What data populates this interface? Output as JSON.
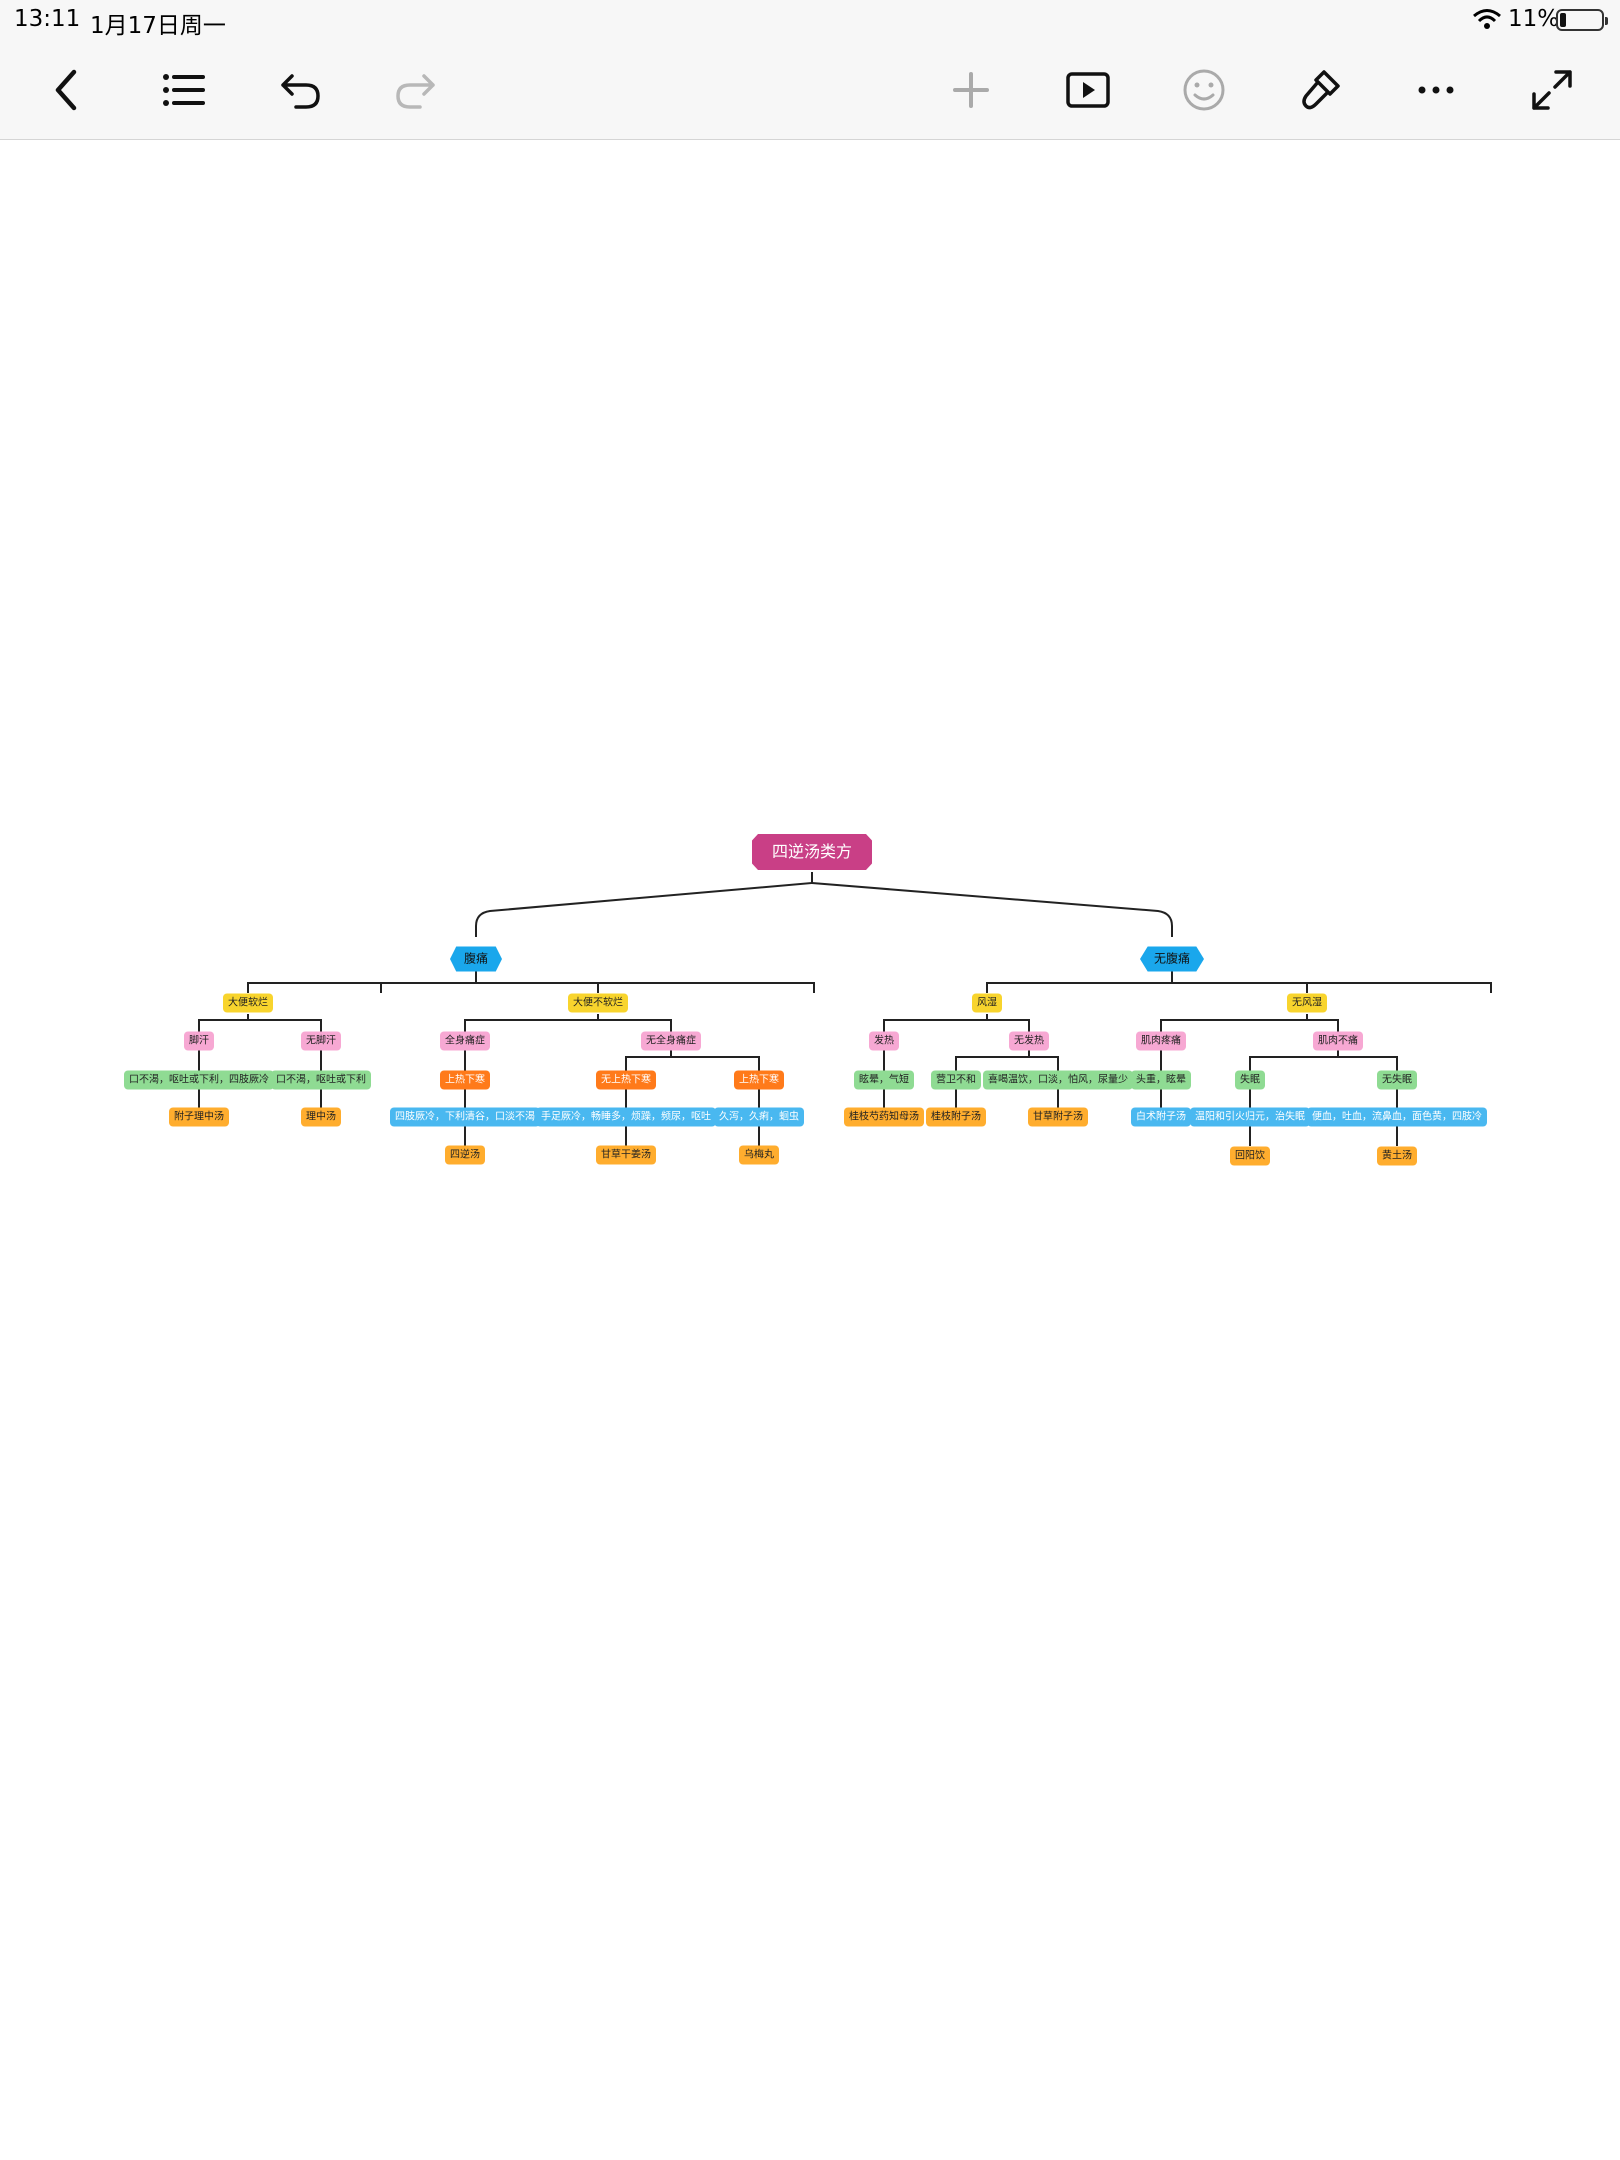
{
  "status_bar": {
    "time": "13:11",
    "date": "1月17日周一",
    "battery": "11%"
  },
  "toolbar": {
    "buttons": [
      "back-icon",
      "outline-list-icon",
      "undo-icon",
      "redo-icon",
      "add-icon",
      "play-presentation-icon",
      "emoji-icon",
      "format-brush-icon",
      "more-icon",
      "expand-icon"
    ]
  },
  "mindmap": {
    "root": "四逆汤类方",
    "left": {
      "label": "腹痛",
      "b1": "大便软烂",
      "b1_1": "脚汗",
      "b1_1_s": "口不渴，呕吐或下利，四肢厥冷",
      "b1_1_r": "附子理中汤",
      "b1_2": "无脚汗",
      "b1_2_s": "口不渴，呕吐或下利",
      "b1_2_r": "理中汤",
      "b2": "大便不软烂",
      "b2_1": "全身痛症",
      "b2_1_h": "上热下寒",
      "b2_1_s": "四肢厥冷，下利清谷，口淡不渴",
      "b2_1_r": "四逆汤",
      "b2_2": "无全身痛症",
      "b2_2a_h": "无上热下寒",
      "b2_2a_s": "手足厥冷，畅睡多，烦躁，频尿，呕吐",
      "b2_2a_r": "甘草干姜汤",
      "b2_2b_h": "上热下寒",
      "b2_2b_s": "久泻，久痢，蛔虫",
      "b2_2b_r": "乌梅丸"
    },
    "right": {
      "label": "无腹痛",
      "c1": "风湿",
      "c1_1": "发热",
      "c1_1_s": "眩晕，气短",
      "c1_1_r": "桂枝芍药知母汤",
      "c1_2": "无发热",
      "c1_2a_s": "营卫不和",
      "c1_2a_r": "桂枝附子汤",
      "c1_2b_s": "喜喝温饮，口淡，怕风，尿量少",
      "c1_2b_r": "甘草附子汤",
      "c2": "无风湿",
      "c2_1": "肌肉疼痛",
      "c2_1_s": "头重，眩晕",
      "c2_1_r": "白术附子汤",
      "c2_2": "肌肉不痛",
      "c2_2a_h": "失眠",
      "c2_2a_s": "温阳和引火归元，治失眠",
      "c2_2a_r": "回阳饮",
      "c2_2b_h": "无失眠",
      "c2_2b_s": "便血，吐血，流鼻血，面色黄，四肢冷",
      "c2_2b_r": "黄土汤"
    }
  }
}
